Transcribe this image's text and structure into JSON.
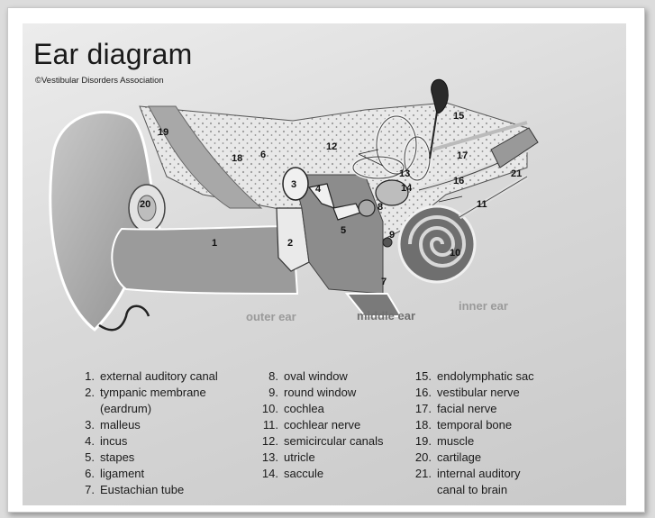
{
  "title": "Ear diagram",
  "credit": "©Vestibular Disorders Association",
  "regions": {
    "outer": "outer ear",
    "middle": "middle ear",
    "inner": "inner ear"
  },
  "markers": [
    "1",
    "2",
    "3",
    "4",
    "5",
    "6",
    "7",
    "8",
    "9",
    "10",
    "11",
    "12",
    "13",
    "14",
    "15",
    "16",
    "17",
    "18",
    "19",
    "20",
    "21"
  ],
  "legend": {
    "col1": [
      {
        "num": "1.",
        "text": "external auditory canal"
      },
      {
        "num": "2.",
        "text": "tympanic membrane"
      },
      {
        "num": "",
        "text": "(eardrum)"
      },
      {
        "num": "3.",
        "text": "malleus"
      },
      {
        "num": "4.",
        "text": "incus"
      },
      {
        "num": "5.",
        "text": "stapes"
      },
      {
        "num": "6.",
        "text": "ligament"
      },
      {
        "num": "7.",
        "text": "Eustachian tube"
      }
    ],
    "col2": [
      {
        "num": "8.",
        "text": "oval window"
      },
      {
        "num": "9.",
        "text": "round window"
      },
      {
        "num": "10.",
        "text": "cochlea"
      },
      {
        "num": "11.",
        "text": "cochlear nerve"
      },
      {
        "num": "12.",
        "text": "semicircular canals"
      },
      {
        "num": "13.",
        "text": "utricle"
      },
      {
        "num": "14.",
        "text": "saccule"
      }
    ],
    "col3": [
      {
        "num": "15.",
        "text": "endolymphatic sac"
      },
      {
        "num": "16.",
        "text": "vestibular nerve"
      },
      {
        "num": "17.",
        "text": "facial nerve"
      },
      {
        "num": "18.",
        "text": "temporal bone"
      },
      {
        "num": "19.",
        "text": "muscle"
      },
      {
        "num": "20.",
        "text": "cartilage"
      },
      {
        "num": "21.",
        "text": "internal auditory"
      },
      {
        "num": "",
        "text": "canal to brain"
      }
    ]
  }
}
